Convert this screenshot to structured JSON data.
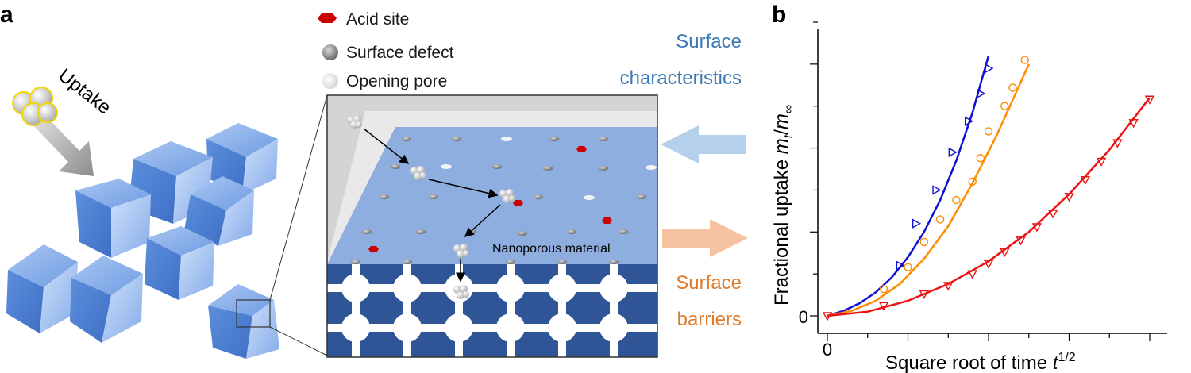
{
  "panel_a": {
    "letter": "a",
    "uptake_label": "Uptake",
    "legend": [
      {
        "label": "Acid site",
        "color": "#cc0000",
        "icon": "acid-site-icon"
      },
      {
        "label": "Surface defect",
        "color": "#808080",
        "icon": "surface-defect-icon"
      },
      {
        "label": "Opening pore",
        "color": "#e6e6e6",
        "icon": "opening-pore-icon"
      }
    ],
    "material_label": "Nanoporous material",
    "surface_characteristics": {
      "line1": "Surface",
      "line2": "characteristics",
      "color": "#3b7ab5"
    },
    "surface_barriers": {
      "line1": "Surface",
      "line2": "barriers",
      "color": "#e07b2a"
    },
    "colors": {
      "cube_face": "#7aa6e8",
      "surface": "#8faee0",
      "framework": "#2f5597",
      "arrow_blue": "#b4d0ea",
      "arrow_orange": "#f5c2a2"
    }
  },
  "panel_b": {
    "letter": "b",
    "ylabel_main": "Fractional uptake ",
    "ylabel_m": "m",
    "ylabel_sub_t": "t",
    "ylabel_slash": "/",
    "ylabel_sub_inf": "∞",
    "xlabel_main": "Square root of time ",
    "xlabel_t": "t",
    "xlabel_sup": "1/2",
    "x_tick_zero": "0",
    "y_tick_zero": "0"
  },
  "chart_data": {
    "type": "scatter",
    "xlabel": "Square root of time t^1/2",
    "ylabel": "Fractional uptake m_t/m_∞",
    "xlim": [
      0,
      4.0
    ],
    "ylim": [
      0,
      3.5
    ],
    "grid": false,
    "series": [
      {
        "color": "#1010d0",
        "marker": "triangle-right",
        "fit_x": [
          0,
          0.2,
          0.4,
          0.6,
          0.8,
          1.0,
          1.2,
          1.4,
          1.6,
          1.8,
          2.0
        ],
        "fit_y": [
          0,
          0.06,
          0.15,
          0.28,
          0.46,
          0.7,
          1.0,
          1.38,
          1.85,
          2.42,
          3.1
        ],
        "points_x": [
          0.9,
          1.1,
          1.35,
          1.55,
          1.75,
          1.9,
          2.0
        ],
        "points_y": [
          0.6,
          1.1,
          1.5,
          1.95,
          2.32,
          2.65,
          2.95
        ]
      },
      {
        "color": "#ff8c00",
        "marker": "circle",
        "fit_x": [
          0,
          0.3,
          0.6,
          0.9,
          1.2,
          1.5,
          1.8,
          2.1,
          2.5
        ],
        "fit_y": [
          0,
          0.06,
          0.18,
          0.38,
          0.68,
          1.07,
          1.58,
          2.15,
          3.0
        ],
        "points_x": [
          0.7,
          1.0,
          1.2,
          1.4,
          1.6,
          1.8,
          1.9,
          2.0,
          2.2,
          2.3,
          2.45
        ],
        "points_y": [
          0.32,
          0.58,
          0.88,
          1.15,
          1.38,
          1.6,
          1.88,
          2.2,
          2.5,
          2.72,
          3.05
        ]
      },
      {
        "color": "#ee1111",
        "marker": "triangle-down",
        "fit_x": [
          0,
          0.5,
          1.0,
          1.5,
          2.0,
          2.5,
          3.0,
          3.5,
          4.0
        ],
        "fit_y": [
          0,
          0.05,
          0.18,
          0.38,
          0.65,
          1.0,
          1.45,
          1.98,
          2.6
        ],
        "points_x": [
          0,
          0.7,
          1.2,
          1.5,
          1.8,
          2.0,
          2.2,
          2.4,
          2.6,
          2.8,
          3.0,
          3.2,
          3.4,
          3.6,
          3.8,
          4.0
        ],
        "points_y": [
          0,
          0.12,
          0.26,
          0.36,
          0.5,
          0.62,
          0.76,
          0.9,
          1.06,
          1.22,
          1.42,
          1.62,
          1.84,
          2.06,
          2.3,
          2.58
        ]
      }
    ]
  }
}
